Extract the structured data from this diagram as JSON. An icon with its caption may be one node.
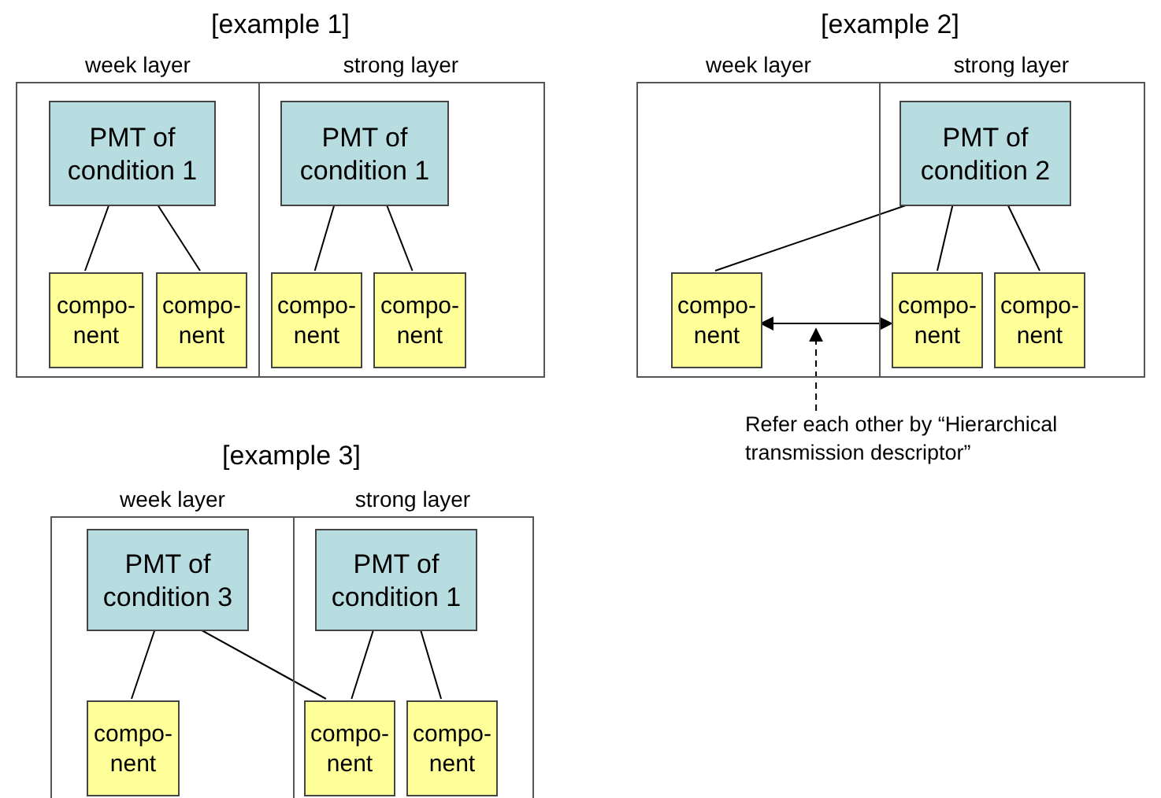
{
  "diagram": {
    "nodes": [
      {
        "text": [
          "week layer"
        ]
      },
      {
        "text": [
          "strong layer"
        ]
      },
      {
        "text": [
          "PMT of condition 1"
        ],
        "in": 0
      },
      {
        "text": [
          "compo- nent"
        ],
        "in": 0
      },
      {
        "text": [
          "compo- nent"
        ],
        "in": 0
      },
      {
        "text": [
          "PMT of condition 1"
        ],
        "in": 1
      },
      {
        "text": [
          "compo- nent"
        ],
        "in": 1
      },
      {
        "text": [
          "compo- nent"
        ],
        "in": 1
      },
      {
        "text": [
          "week layer"
        ]
      },
      {
        "text": [
          "strong layer"
        ]
      },
      {
        "text": [
          "compo- nent"
        ],
        "in": 8
      },
      {
        "text": [
          "PMT of condition 2"
        ],
        "in": 9
      },
      {
        "text": [
          "compo- nent"
        ],
        "in": 9
      },
      {
        "text": [
          "compo- nent"
        ],
        "in": 9
      },
      {
        "text": [
          "Refer each other by “Hierarchical transmission descriptor”"
        ]
      },
      {
        "text": [
          "week layer"
        ]
      },
      {
        "text": [
          "strong layer"
        ]
      },
      {
        "text": [
          "PMT of condition 3"
        ],
        "in": 15
      },
      {
        "text": [
          "compo- nent"
        ],
        "in": 15
      },
      {
        "text": [
          "PMT of condition 1"
        ],
        "in": 16
      },
      {
        "text": [
          "compo- nent"
        ],
        "in": 16
      },
      {
        "text": [
          "compo- nent"
        ],
        "in": 16
      }
    ],
    "edges": [
      {
        "from": 2,
        "to": 3,
        "arrow": "none"
      },
      {
        "from": 2,
        "to": 4,
        "arrow": "none"
      },
      {
        "from": 5,
        "to": 6,
        "arrow": "none"
      },
      {
        "from": 5,
        "to": 7,
        "arrow": "none"
      },
      {
        "from": 11,
        "to": 10,
        "arrow": "none"
      },
      {
        "from": 11,
        "to": 12,
        "arrow": "none"
      },
      {
        "from": 11,
        "to": 13,
        "arrow": "none"
      },
      {
        "from": 10,
        "to": 12,
        "arrow": "both"
      },
      {
        "from": 14,
        "to": null,
        "arrow": "to",
        "style": "dashed"
      },
      {
        "from": 17,
        "to": 18,
        "arrow": "none"
      },
      {
        "from": 17,
        "to": 20,
        "arrow": "none"
      },
      {
        "from": 19,
        "to": 20,
        "arrow": "none"
      },
      {
        "from": 19,
        "to": 21,
        "arrow": "none"
      }
    ],
    "labels": [
      "[example 1]",
      "[example 2]",
      "[example 3]"
    ]
  }
}
